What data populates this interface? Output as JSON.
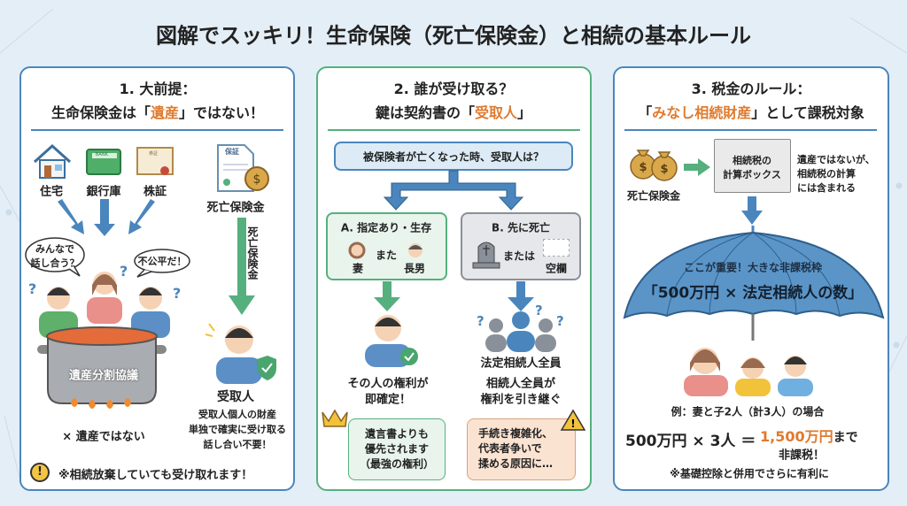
{
  "title": "図解でスッキリ！生命保険（死亡保険金）と相続の基本ルール",
  "panel1": {
    "title_line1": "1. 大前提：",
    "title_pre": "生命保険金は「",
    "title_em": "遺産",
    "title_post": "」ではない！",
    "assets": [
      "住宅",
      "銀行庫",
      "株証"
    ],
    "bank_card": "BANK",
    "cert_label": "券証",
    "doc_label": "保証",
    "insurance_label": "死亡保険金",
    "bubble_left": [
      "みんなで",
      "話し合う？"
    ],
    "bubble_right": "不公平だ！",
    "pot_label": "遺産分割協議",
    "not_estate": "× 遺産ではない",
    "arrow_text": "死亡保険金",
    "recipient": "受取人",
    "recipient_notes": [
      "受取人個人の財産",
      "単独で確実に受け取る",
      "話し合い不要！"
    ],
    "warning": "※相続放棄していても受け取れます！"
  },
  "panel2": {
    "title_line1": "2. 誰が受け取る？",
    "title_pre": "鍵は契約書の「",
    "title_em": "受取人",
    "title_post": "」",
    "question": "被保険者が亡くなった時、受取人は？",
    "case_a": {
      "title": "A. 指定あり・生存",
      "or": "また",
      "left": "妻",
      "right": "長男"
    },
    "case_b": {
      "title": "B. 先に死亡",
      "or": "または",
      "right": "空欄"
    },
    "result_a": [
      "その人の権利が",
      "即確定！"
    ],
    "bubble_a": [
      "遺言書よりも",
      "優先されます",
      "（最強の権利）"
    ],
    "result_b_title": "法定相続人全員",
    "result_b": [
      "相続人全員が",
      "権利を引き継ぐ"
    ],
    "bubble_b": [
      "手続き複雑化、",
      "代表者争いで",
      "揉める原因に…"
    ]
  },
  "panel3": {
    "title_line1": "3. 税金のルール：",
    "title_pre": "「",
    "title_em": "みなし相続財産",
    "title_post": "」として課税対象",
    "insurance_label": "死亡保険金",
    "box_label": [
      "相続税の",
      "計算ボックス"
    ],
    "note": [
      "遺産ではないが、",
      "相続税の計算",
      "には含まれる"
    ],
    "umbrella_line1": "ここが重要！大きな非課税枠",
    "umbrella_line2": "「500万円 × 法定相続人の数」",
    "example": "例：妻と子2人（計3人）の場合",
    "formula": "500万円 × 3人 ＝",
    "amount": "1,500万円",
    "amount_suffix": "まで",
    "tax_free": "非課税！",
    "footnote": "※基礎控除と併用でさらに有利に"
  },
  "colors": {
    "blue": "#4a86bd",
    "green": "#55b07e",
    "orange": "#e07a2e"
  }
}
